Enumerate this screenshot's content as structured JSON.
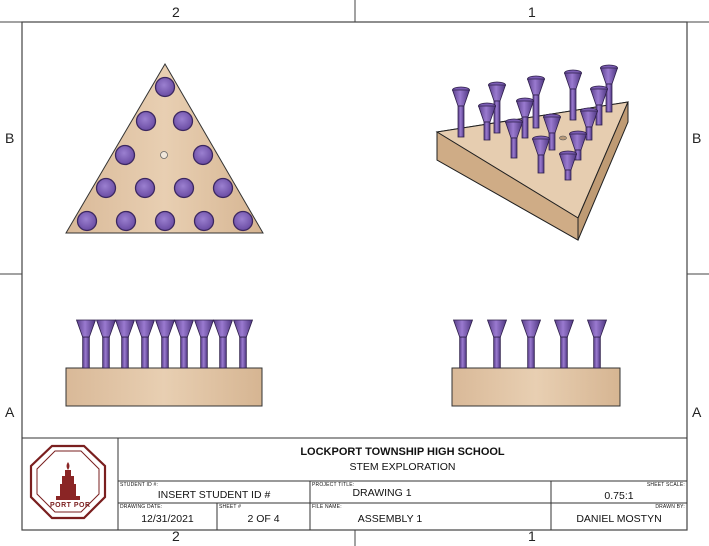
{
  "zones": {
    "top": [
      "2",
      "1"
    ],
    "bottom": [
      "2",
      "1"
    ],
    "left": [
      "B",
      "A"
    ],
    "right": [
      "B",
      "A"
    ]
  },
  "title_block": {
    "school": "LOCKPORT TOWNSHIP HIGH SCHOOL",
    "subtitle": "STEM EXPLORATION",
    "logo_text": "PORT POR",
    "student_id_label": "STUDENT ID #:",
    "student_id": "INSERT STUDENT ID #",
    "project_title_label": "PROJECT TITLE:",
    "project_title": "DRAWING 1",
    "sheet_scale_label": "SHEET SCALE:",
    "sheet_scale": "0.75:1",
    "drawing_date_label": "DRAWING DATE:",
    "drawing_date": "12/31/2021",
    "sheet_label": "SHEET #",
    "sheet": "2 OF 4",
    "file_name_label": "FILE NAME:",
    "file_name": "ASSEMBLY 1",
    "drawn_by_label": "DRAWN BY:",
    "drawn_by": "DANIEL MOSTYN"
  },
  "colors": {
    "wood": "#d8b896",
    "wood_dark": "#b89670",
    "peg": "#7a5bb0",
    "peg_dark": "#4a3475",
    "border": "#333333"
  }
}
